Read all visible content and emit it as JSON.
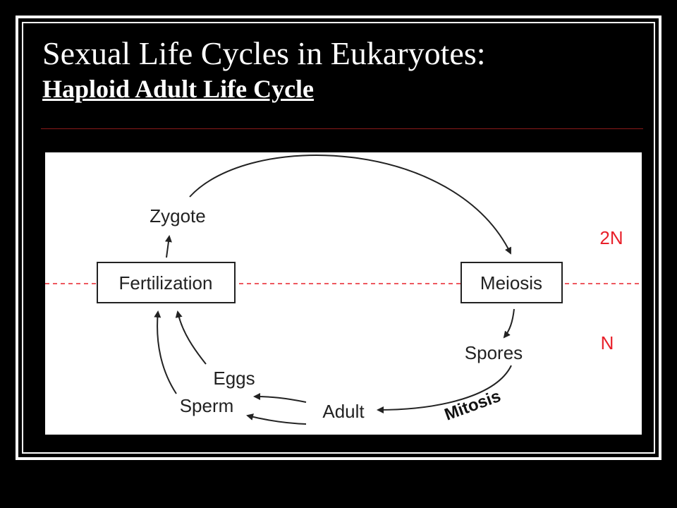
{
  "slide": {
    "title": "Sexual Life Cycles in Eukaryotes:",
    "subtitle": "Haploid Adult Life Cycle"
  },
  "diagram": {
    "boxes": {
      "fertilization": "Fertilization",
      "meiosis": "Meiosis"
    },
    "labels": {
      "zygote": "Zygote",
      "spores": "Spores",
      "adult": "Adult",
      "eggs": "Eggs",
      "sperm": "Sperm",
      "mitosis": "Mitosis"
    },
    "ploidy": {
      "diploid": "2N",
      "haploid": "N"
    },
    "colors": {
      "divider": "#e8202a",
      "ploidy_text": "#e8202a",
      "arrows": "#222222"
    }
  }
}
